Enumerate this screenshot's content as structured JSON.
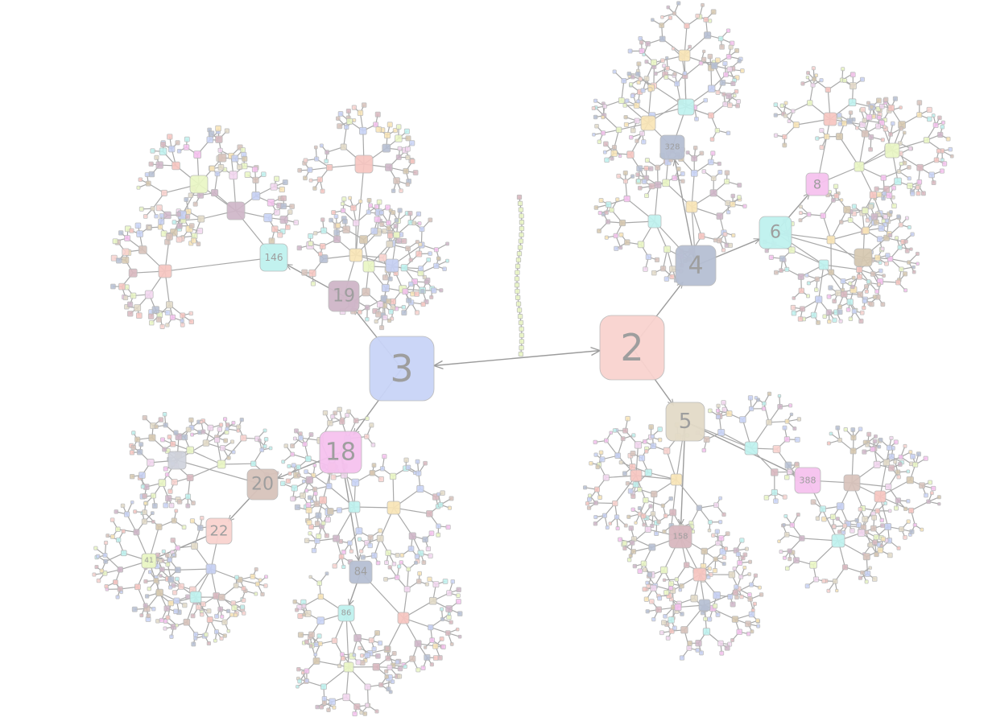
{
  "graph": {
    "labels": {
      "n3": "3",
      "n2": "2",
      "n4": "4",
      "n5": "5",
      "n6": "6",
      "n8": "8",
      "n18": "18",
      "n19": "19",
      "n20": "20",
      "n22": "22",
      "n41": "41",
      "n84": "84",
      "n86": "86",
      "n146": "146",
      "n328": "328",
      "n388": "388",
      "n158": "158"
    },
    "palette": [
      "#c9d4f7",
      "#f9d3cf",
      "#b6bfd3",
      "#e3dbc8",
      "#bff2ef",
      "#f6c2ef",
      "#cfb6c8",
      "#f9e5b7",
      "#eaf7c5",
      "#f7c6c1",
      "#d8c3bb",
      "#d6c8b0",
      "#c6d0f3",
      "#f3d8f0",
      "#d9b8bf"
    ]
  }
}
